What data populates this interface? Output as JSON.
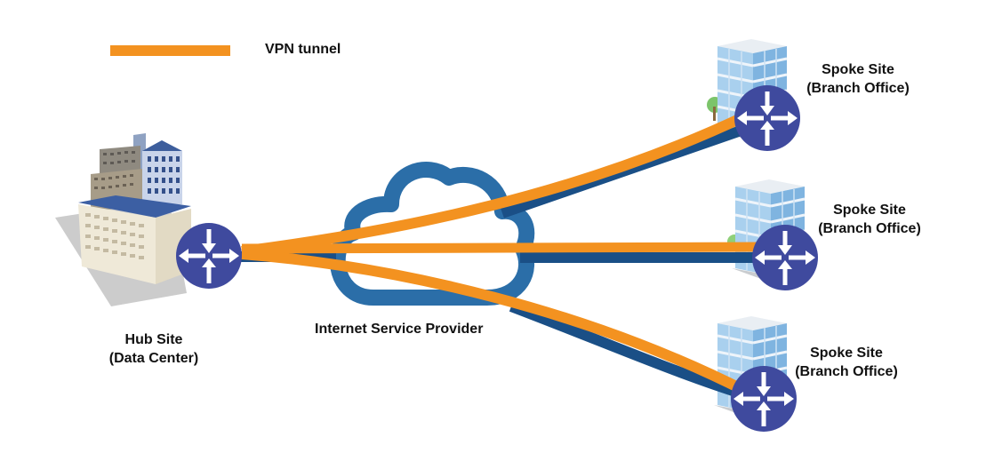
{
  "legend": {
    "label": "VPN tunnel",
    "color": "#f39220"
  },
  "colors": {
    "vpn_tunnel": "#f39220",
    "physical_link": "#1a4f86",
    "cloud": "#2b6ea8",
    "router": "#3f4a9e",
    "router_arrow": "#ffffff"
  },
  "hub": {
    "title": "Hub Site",
    "subtitle": "(Data Center)",
    "icon": "data-center-building-icon"
  },
  "isp": {
    "label": "Internet Service Provider",
    "icon": "cloud-icon"
  },
  "spokes": [
    {
      "title": "Spoke Site",
      "subtitle": "(Branch Office)",
      "icon": "branch-office-building-icon"
    },
    {
      "title": "Spoke Site",
      "subtitle": "(Branch Office)",
      "icon": "branch-office-building-icon"
    },
    {
      "title": "Spoke Site",
      "subtitle": "(Branch Office)",
      "icon": "branch-office-building-icon"
    }
  ],
  "links": [
    {
      "from": "hub",
      "to": "spoke-1",
      "type": "vpn-tunnel-over-isp"
    },
    {
      "from": "hub",
      "to": "spoke-2",
      "type": "vpn-tunnel-over-isp"
    },
    {
      "from": "hub",
      "to": "spoke-3",
      "type": "vpn-tunnel-over-isp"
    }
  ]
}
